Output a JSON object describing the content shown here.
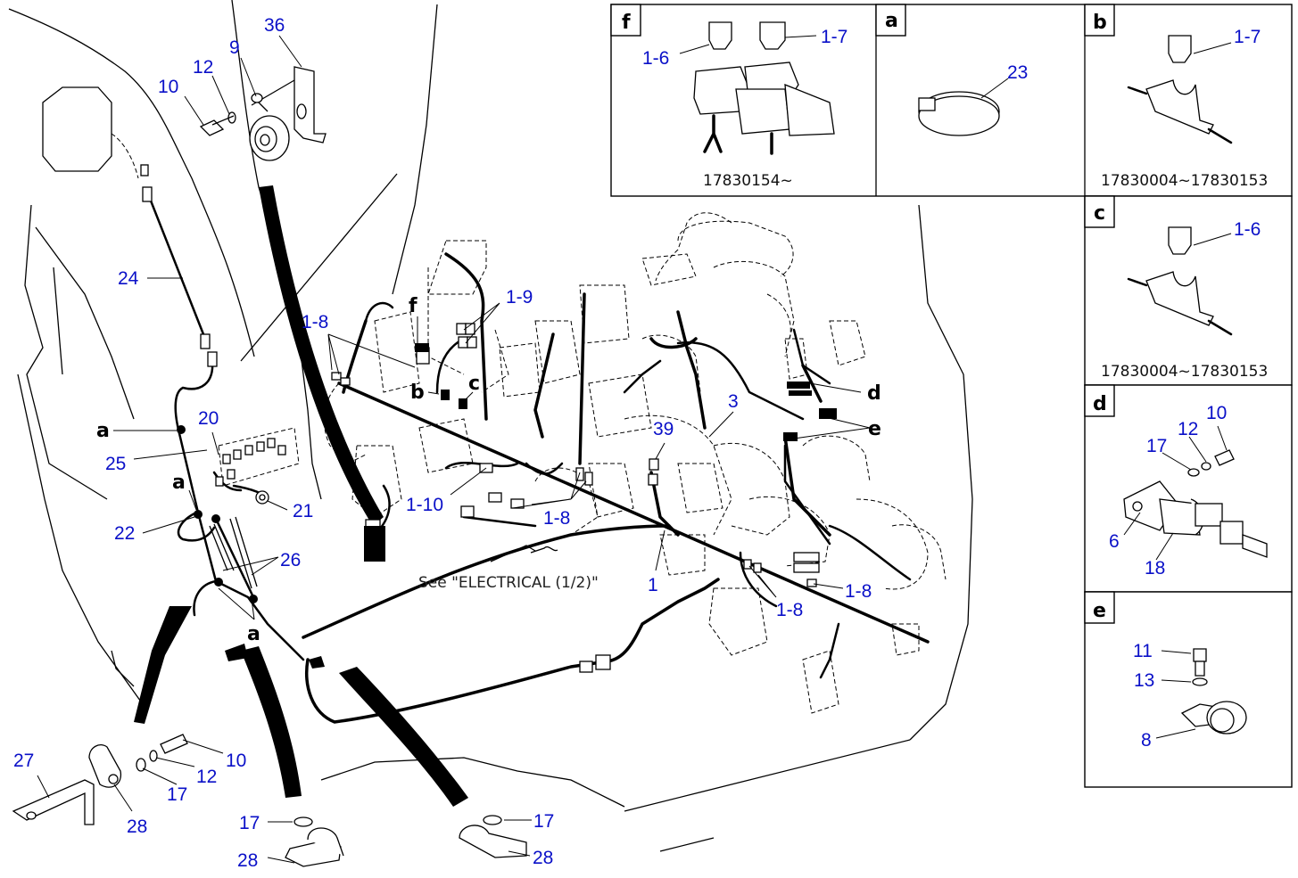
{
  "callouts": {
    "c36": "36",
    "c9": "9",
    "c12a": "12",
    "c10a": "10",
    "c24": "24",
    "c18a": "1-8",
    "cf": "f",
    "c19": "1-9",
    "cb": "b",
    "cc": "c",
    "ca1": "a",
    "c25": "25",
    "c20": "20",
    "ca2": "a",
    "c21": "21",
    "c22": "22",
    "c26": "26",
    "ca3": "a",
    "c110": "1-10",
    "c18b": "1-8",
    "c39": "39",
    "c3": "3",
    "cd": "d",
    "ce": "e",
    "c1": "1",
    "c18c": "1-8",
    "c18d": "1-8",
    "c27": "27",
    "c28a": "28",
    "c17a": "17",
    "c12b": "12",
    "c10b": "10",
    "c17b": "17",
    "c28b": "28",
    "c17c": "17",
    "c28c": "28"
  },
  "see_note": "See \"ELECTRICAL (1/2)\"",
  "detail_f": {
    "letter": "f",
    "c16": "1-6",
    "c17": "1-7",
    "serial": "17830154~"
  },
  "detail_a": {
    "letter": "a",
    "c23": "23"
  },
  "detail_b": {
    "letter": "b",
    "c17": "1-7",
    "serial": "17830004~17830153"
  },
  "detail_c": {
    "letter": "c",
    "c16": "1-6",
    "serial": "17830004~17830153"
  },
  "detail_d": {
    "letter": "d",
    "c10": "10",
    "c12": "12",
    "c17": "17",
    "c6": "6",
    "c18": "18"
  },
  "detail_e": {
    "letter": "e",
    "c11": "11",
    "c13": "13",
    "c8": "8"
  },
  "colors": {
    "callout": "#0a10c8",
    "line": "#000000",
    "background": "#ffffff"
  }
}
